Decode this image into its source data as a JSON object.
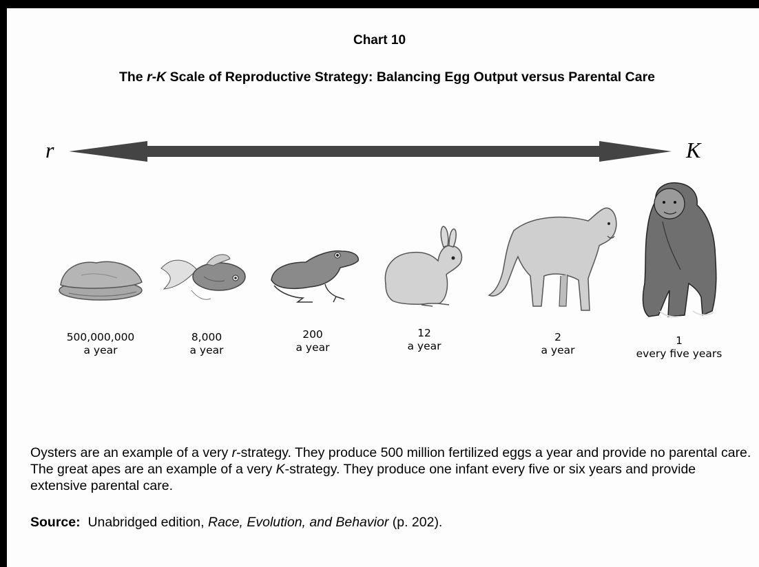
{
  "chart_label": "Chart 10",
  "title": {
    "prefix": "The ",
    "italic": "r-K",
    "suffix": " Scale of Reproductive Strategy: Balancing Egg Output versus Parental Care"
  },
  "scale": {
    "left_end": "r",
    "right_end": "K"
  },
  "animals": [
    {
      "name": "oyster",
      "count": "500,000,000",
      "rate": "a year"
    },
    {
      "name": "goldfish",
      "count": "8,000",
      "rate": "a year"
    },
    {
      "name": "frog",
      "count": "200",
      "rate": "a year"
    },
    {
      "name": "rabbit",
      "count": "12",
      "rate": "a year"
    },
    {
      "name": "cougar",
      "count": "2",
      "rate": "a year"
    },
    {
      "name": "gorilla",
      "count": "1",
      "rate": "every five years"
    }
  ],
  "description": {
    "p1": "Oysters are an example of a very ",
    "i1": "r",
    "p2": "-strategy. They produce 500 million fertilized eggs a year and provide no parental care. The great apes are an example of a very ",
    "i2": "K",
    "p3": "-strategy. They produce one infant every five or six years and provide extensive parental care."
  },
  "source": {
    "label": "Source:",
    "text_before": "  Unabridged edition, ",
    "italic": "Race, Evolution, and Behavior",
    "text_after": " (p. 202)."
  }
}
